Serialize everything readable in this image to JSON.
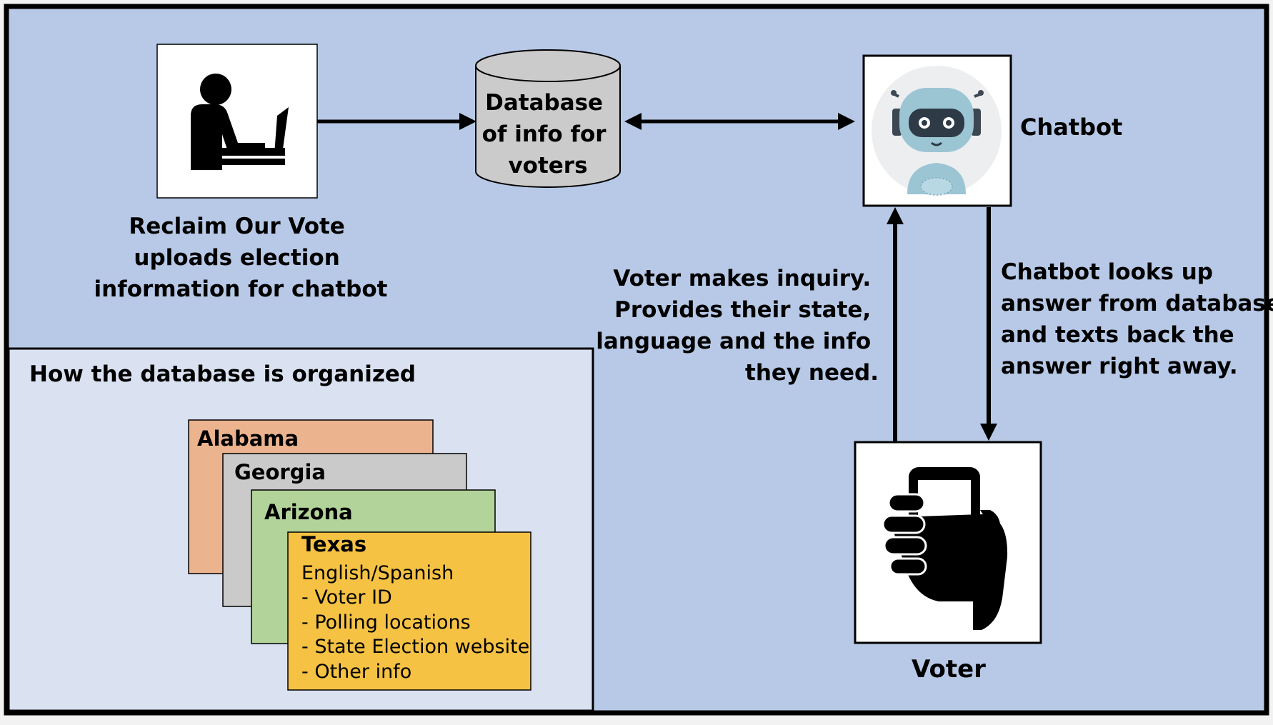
{
  "colors": {
    "background": "#b7c9e6",
    "inset_panel": "#dae2f2",
    "alabama": "#ebb38e",
    "georgia": "#cacaca",
    "arizona": "#b2d39a",
    "texas": "#f5c243"
  },
  "icons": {
    "uploader": "person-at-laptop-icon",
    "database": "database-cylinder-icon",
    "chatbot": "robot-icon",
    "voter": "hand-holding-phone-icon"
  },
  "uploader": {
    "caption": [
      "Reclaim Our Vote",
      "uploads election",
      "information for chatbot"
    ]
  },
  "database": {
    "label": [
      "Database",
      "of info for",
      "voters"
    ]
  },
  "chatbot": {
    "label": "Chatbot"
  },
  "voter": {
    "label": "Voter"
  },
  "inquiry_note": [
    "Voter makes inquiry.",
    "Provides their state,",
    "language and the info",
    "they need."
  ],
  "answer_note": [
    "Chatbot looks up",
    "answer from database",
    "and texts back the",
    "answer right away."
  ],
  "organization": {
    "title": "How the database is organized",
    "cards": [
      {
        "state": "Alabama",
        "color": "#ebb38e"
      },
      {
        "state": "Georgia",
        "color": "#cacaca"
      },
      {
        "state": "Arizona",
        "color": "#b2d39a"
      },
      {
        "state": "Texas",
        "color": "#f5c243",
        "lines": [
          "English/Spanish",
          "- Voter ID",
          "- Polling locations",
          "- State Election website",
          "- Other info"
        ]
      }
    ]
  }
}
